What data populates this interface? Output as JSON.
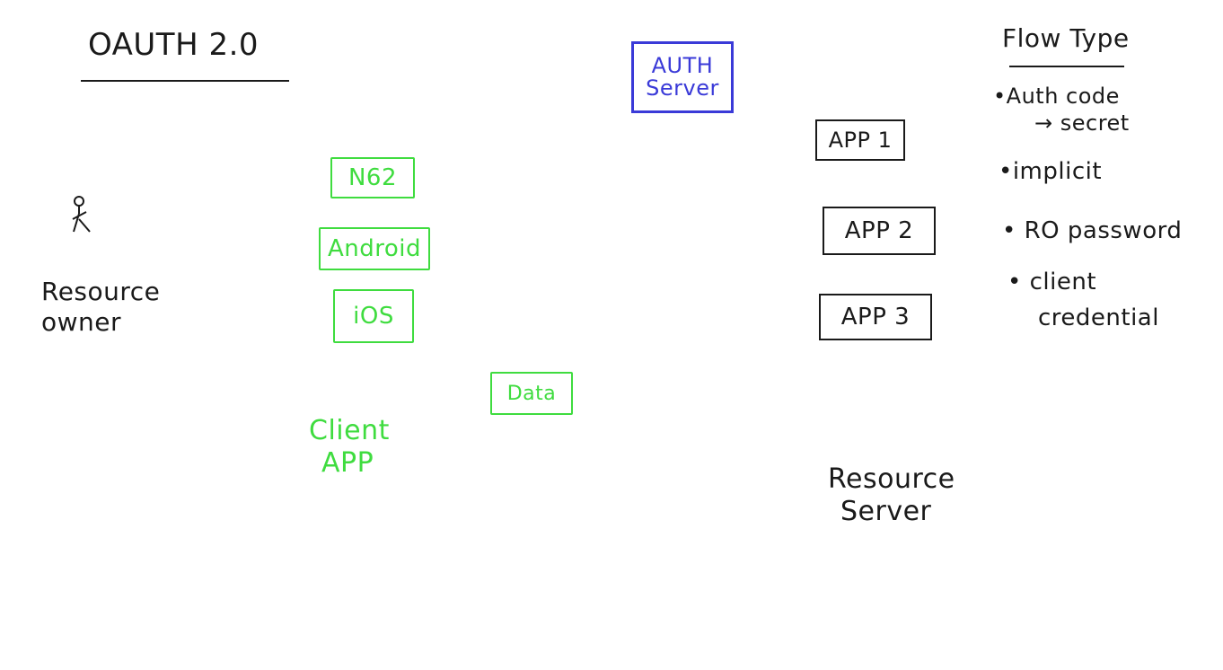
{
  "title": "OAUTH 2.0",
  "resource_owner": {
    "label_line1": "Resource",
    "label_line2": "owner"
  },
  "client_app": {
    "devices": [
      "N62",
      "Android",
      "iOS"
    ],
    "data_box": "Data",
    "label_line1": "Client",
    "label_line2": "APP"
  },
  "auth_server": {
    "line1": "AUTH",
    "line2": "Server"
  },
  "resource_server": {
    "apps": [
      "APP 1",
      "APP 2",
      "APP 3"
    ],
    "label_line1": "Resource",
    "label_line2": "Server"
  },
  "flow_types": {
    "heading": "Flow Type",
    "items": [
      {
        "text": "•Auth code",
        "sub": "→ secret"
      },
      {
        "text": "•implicit",
        "sub": ""
      },
      {
        "text": "• RO password",
        "sub": ""
      },
      {
        "text": "• client",
        "sub": "credential"
      }
    ]
  },
  "colors": {
    "ink": "#1a1a1a",
    "client_green": "#3fdc3f",
    "auth_blue": "#3a3ad8",
    "background": "#ffffff"
  }
}
